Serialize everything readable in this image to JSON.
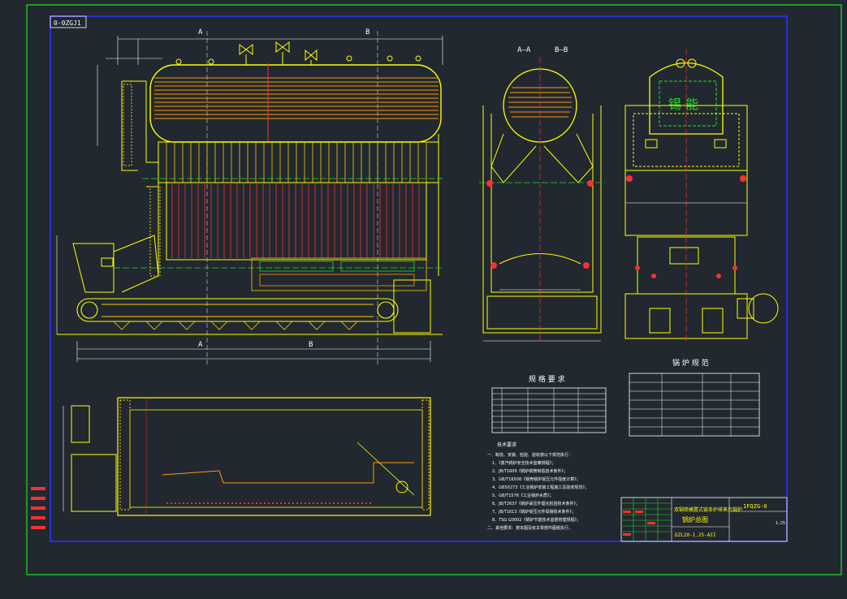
{
  "drawing": {
    "code_box": "0-0ZGJ1",
    "section_A": "A",
    "section_B": "B",
    "view_label_AA": "A—A",
    "view_label_BB": "B—B",
    "logo_text": "锡 能",
    "table1_title": "规 格 要 求",
    "table2_title": "锅 炉 规 范",
    "notes_title": "技术要求",
    "notes": [
      "一、制造、安装、检验、验收按以下规范执行：",
      "1、《蒸汽锅炉安全技术监察规程》；",
      "2、JB/T1609《锅炉锅筒制造技术条件》；",
      "3、GB/T16508《锅壳锅炉受压元件强度计算》；",
      "4、GB50273《工业锅炉安装工程施工及验收规范》；",
      "5、GB/T1576《工业锅炉水质》；",
      "6、JB/T2637《锅炉承压件理化检验技术条件》；",
      "7、JB/T1613《锅炉受压元件焊接技术条件》；",
      "8、TSG G0002《锅炉节能技术监督管理规程》；",
      "二、其他要求：按本图及有关零部件图纸执行。"
    ],
    "title_main": "双锅筒横置式链条炉排蒸汽锅炉",
    "title_sub": "锅炉总图",
    "model": "DZL20-1.25-AII",
    "drawing_no": "1FQZG-0",
    "scale": "1:25"
  }
}
